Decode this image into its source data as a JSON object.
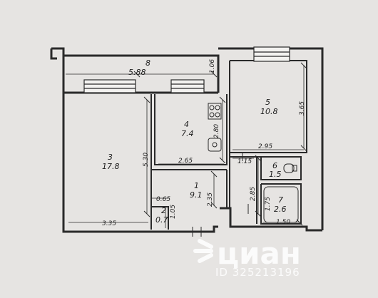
{
  "rooms": [
    {
      "id": "1",
      "area": "9.1"
    },
    {
      "id": "2",
      "area": "0.7"
    },
    {
      "id": "3",
      "area": "17.8"
    },
    {
      "id": "4",
      "area": "7.4"
    },
    {
      "id": "5",
      "area": "10.8"
    },
    {
      "id": "6",
      "area": "1.5"
    },
    {
      "id": "7",
      "area": "2.6"
    },
    {
      "id": "8",
      "area": "5.88"
    }
  ],
  "dimensions": {
    "balcony_depth": "1.06",
    "room3_width": "3.35",
    "room3_length": "5.30",
    "room4_width": "2.65",
    "room4_length": "2.80",
    "room5_width": "2.95",
    "room5_length": "3.65",
    "hall_length": "2.35",
    "closet_width": "0.65",
    "closet_length": "1.05",
    "bath_depth": "2.85",
    "corridor_width": "1.15",
    "bath_height": "1.75",
    "bath_width": "1.50"
  },
  "watermark": {
    "brand": "циан",
    "id_text": "ID 325213196"
  }
}
